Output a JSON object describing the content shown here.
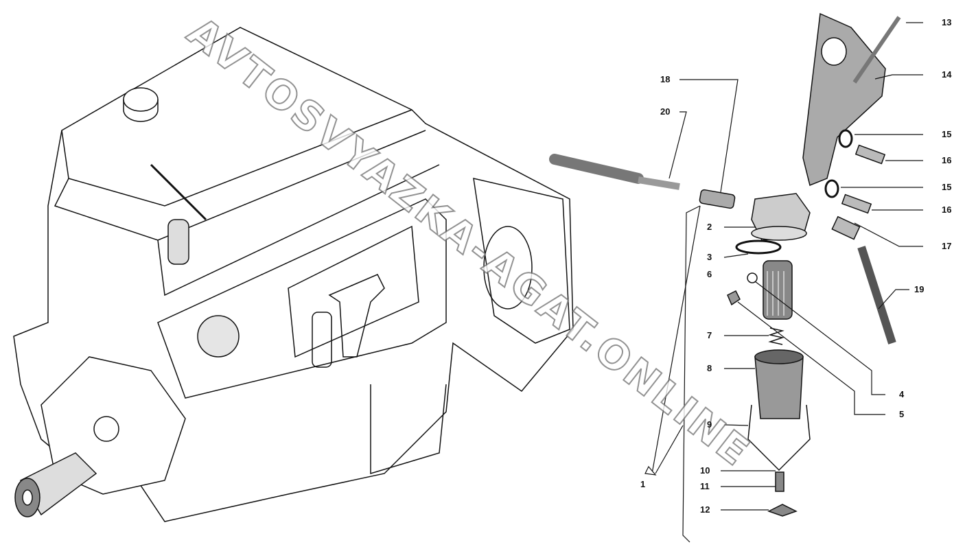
{
  "watermark": "AVTOSVYAZKA-AGAT.ONLINE",
  "callouts": {
    "c1": "1",
    "c2": "2",
    "c3": "3",
    "c4": "4",
    "c5": "5",
    "c6": "6",
    "c7": "7",
    "c8": "8",
    "c9": "9",
    "c10": "10",
    "c11": "11",
    "c12": "12",
    "c13": "13",
    "c14": "14",
    "c15a": "15",
    "c16a": "16",
    "c15b": "15",
    "c16b": "16",
    "c17": "17",
    "c18": "18",
    "c19": "19",
    "c20": "20"
  }
}
